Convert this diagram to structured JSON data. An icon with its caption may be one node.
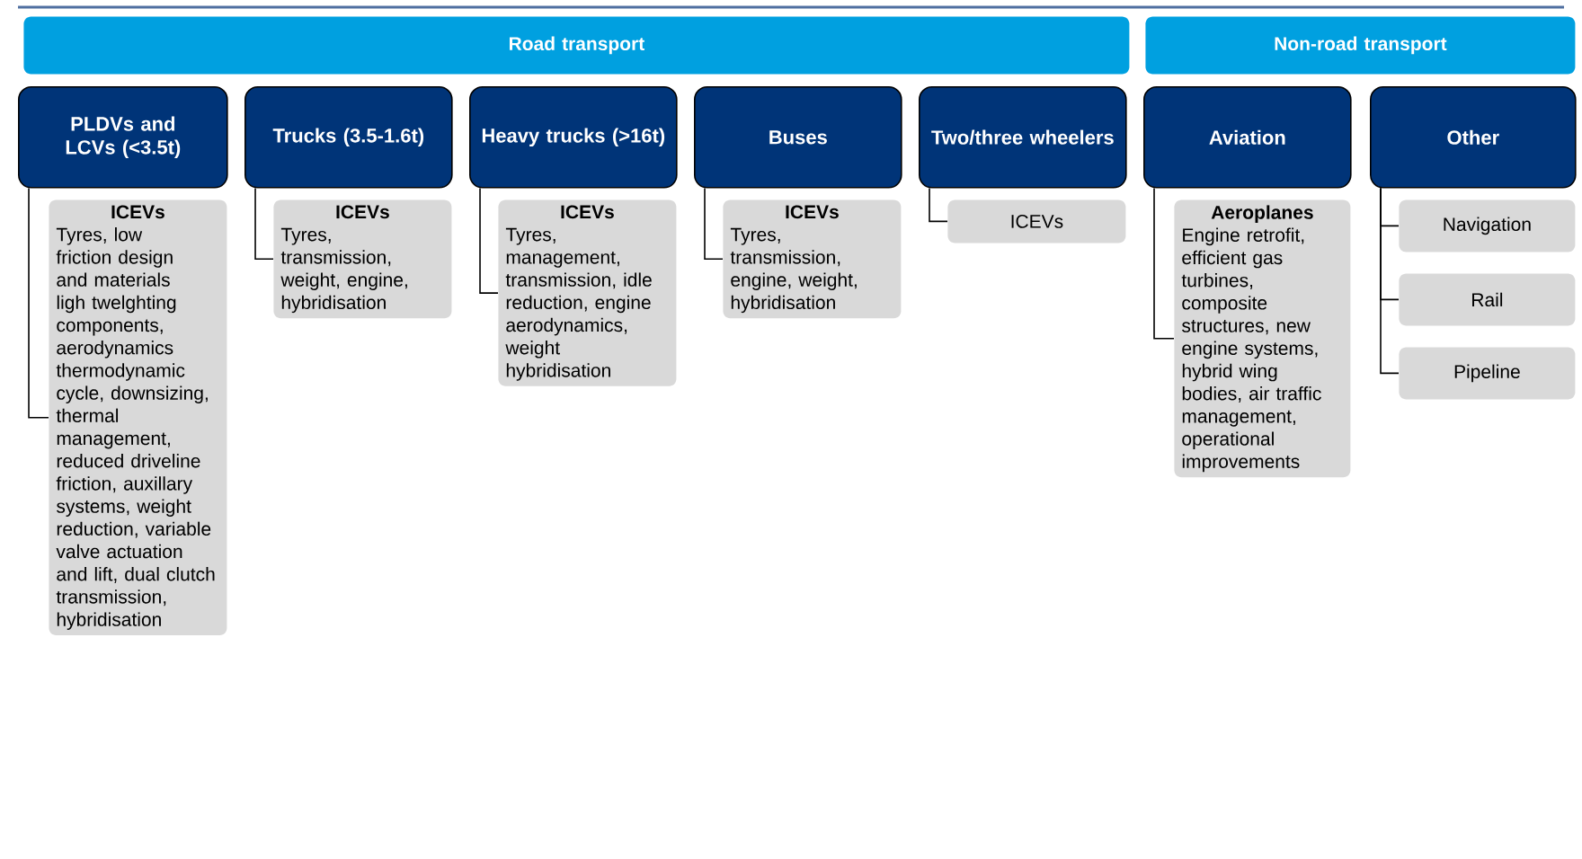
{
  "diagram": {
    "nodes": [
      {
        "text": [
          "Road transport"
        ]
      },
      {
        "text": [
          "Non-road transport"
        ]
      },
      {
        "text": [
          "PLDVs and LCVs (<3.5t)"
        ]
      },
      {
        "text": [
          "Trucks (3.5-1.6t)"
        ]
      },
      {
        "text": [
          "Heavy trucks (>16t)"
        ]
      },
      {
        "text": [
          "Buses"
        ]
      },
      {
        "text": [
          "Two/three wheelers"
        ]
      },
      {
        "text": [
          "Aviation"
        ]
      },
      {
        "text": [
          "Other"
        ]
      },
      {
        "text": [
          "ICEVs",
          "Tyres, low friction design and materials ligh twelghting components, aerodynamics thermodynamic cycle, downsizing, thermal management, reduced driveline friction, auxillary systems, weight reduction, variable valve actuation and lift, dual clutch transmission, hybridisation"
        ]
      },
      {
        "text": [
          "ICEVs",
          "Tyres, transmission, weight, engine, hybridisation"
        ]
      },
      {
        "text": [
          "ICEVs",
          "Tyres, management, transmission, idle reduction, engine aerodynamics, weight hybridisation"
        ]
      },
      {
        "text": [
          "ICEVs",
          "Tyres, transmission, engine, weight, hybridisation"
        ]
      },
      {
        "text": [
          "ICEVs"
        ]
      },
      {
        "text": [
          "Aeroplanes",
          "Engine retrofit, efficient gas turbines, composite structures, new engine systems, hybrid wing bodies, air traffic management, operational improvements"
        ]
      },
      {
        "text": [
          "Navigation"
        ]
      },
      {
        "text": [
          "Rail"
        ]
      },
      {
        "text": [
          "Pipeline"
        ]
      }
    ],
    "edges": [
      {
        "from": 2,
        "to": 9,
        "arrow": "none"
      },
      {
        "from": 3,
        "to": 10,
        "arrow": "none"
      },
      {
        "from": 4,
        "to": 11,
        "arrow": "none"
      },
      {
        "from": 5,
        "to": 12,
        "arrow": "none"
      },
      {
        "from": 6,
        "to": 13,
        "arrow": "none"
      },
      {
        "from": 7,
        "to": 14,
        "arrow": "none"
      },
      {
        "from": 8,
        "to": 15,
        "arrow": "none"
      },
      {
        "from": 8,
        "to": 16,
        "arrow": "none"
      },
      {
        "from": 8,
        "to": 17,
        "arrow": "none"
      }
    ]
  }
}
